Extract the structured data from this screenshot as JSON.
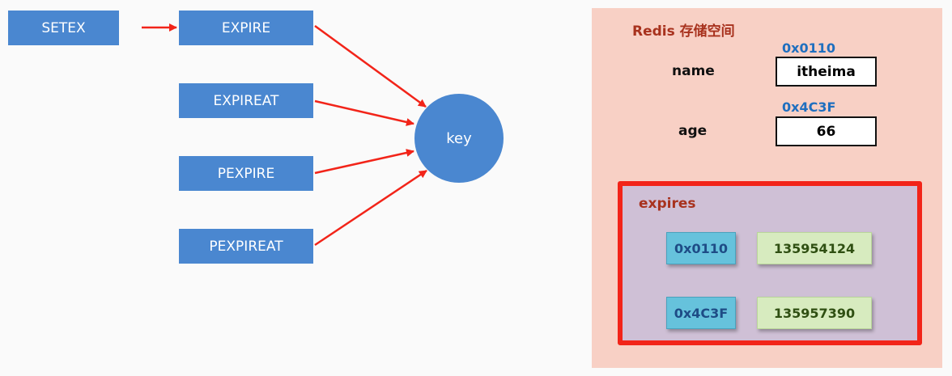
{
  "commands": {
    "setex": "SETEX",
    "expire": "EXPIRE",
    "expireat": "EXPIREAT",
    "pexpire": "PEXPIRE",
    "pexpireat": "PEXPIREAT"
  },
  "key_node": "key",
  "redis": {
    "title": "Redis 存储空间",
    "entries": [
      {
        "field": "name",
        "address": "0x0110",
        "value": "itheima"
      },
      {
        "field": "age",
        "address": "0x4C3F",
        "value": "66"
      }
    ]
  },
  "expires": {
    "label": "expires",
    "rows": [
      {
        "address": "0x0110",
        "time": "135954124"
      },
      {
        "address": "0x4C3F",
        "time": "135957390"
      }
    ]
  },
  "colors": {
    "command_fill": "#4a87d0",
    "arrow": "#f22419",
    "panel": "#f8d0c5",
    "expires_fill": "#cfc0d6"
  }
}
